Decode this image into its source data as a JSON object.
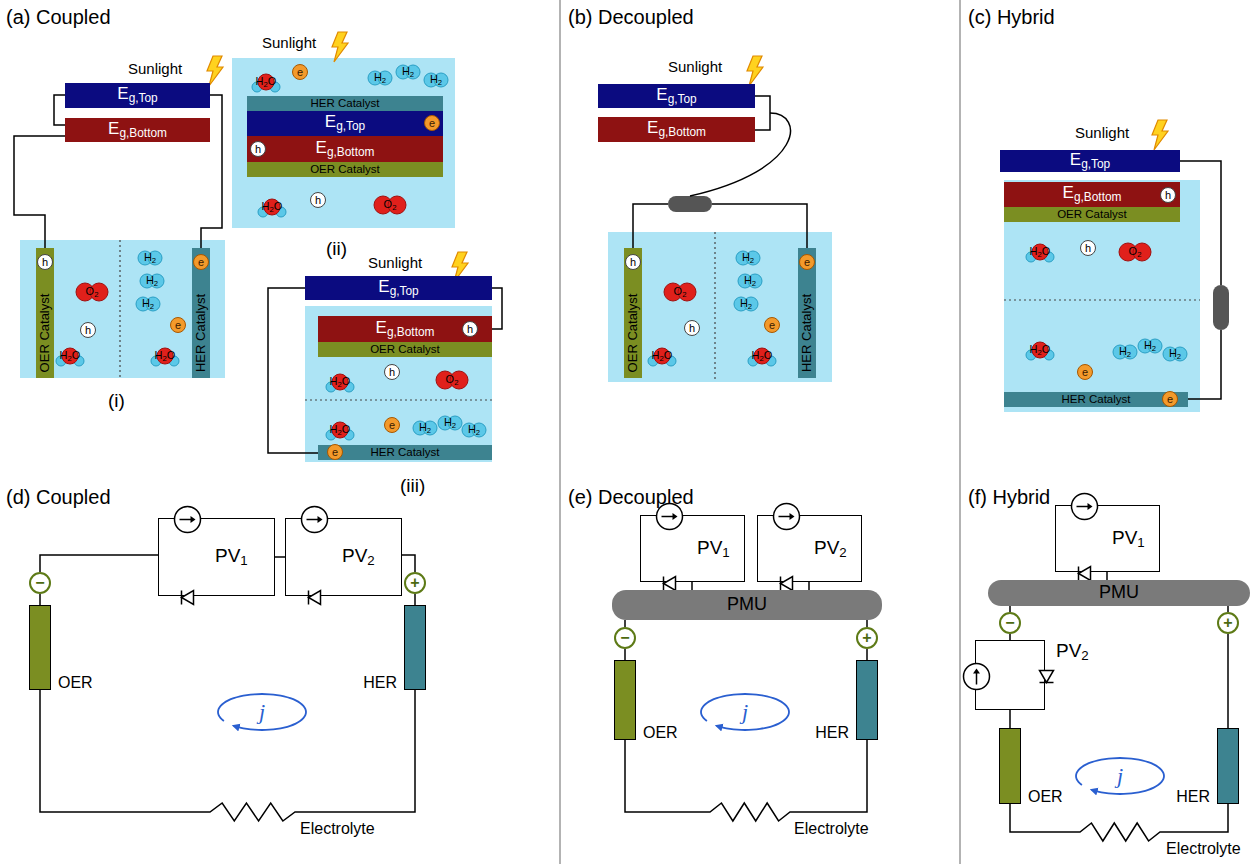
{
  "diagram": {
    "nodes": [
      {
        "text": [
          "Eg,Top"
        ]
      },
      {
        "text": [
          "Eg,Bottom"
        ]
      },
      {
        "text": [
          "OER Catalyst"
        ]
      },
      {
        "text": [
          "HER Catalyst"
        ]
      },
      {
        "text": [
          "h"
        ],
        "in": 2
      },
      {
        "text": [
          "h"
        ]
      },
      {
        "text": [
          "e"
        ],
        "in": 3
      },
      {
        "text": [
          "e"
        ]
      },
      {
        "text": [
          "HER Catalyst"
        ]
      },
      {
        "text": [
          "Eg,Top"
        ]
      },
      {
        "text": [
          "Eg,Bottom"
        ]
      },
      {
        "text": [
          "OER Catalyst"
        ]
      },
      {
        "text": [
          "e"
        ]
      },
      {
        "text": [
          "e"
        ],
        "in": 9
      },
      {
        "text": [
          "h"
        ],
        "in": 10
      },
      {
        "text": [
          "h"
        ]
      },
      {
        "text": [
          "Eg,Top"
        ]
      },
      {
        "text": [
          "Eg,Bottom"
        ]
      },
      {
        "text": [
          "h"
        ],
        "in": 17
      },
      {
        "text": [
          "OER Catalyst"
        ]
      },
      {
        "text": [
          "h"
        ]
      },
      {
        "text": [
          "e"
        ]
      },
      {
        "text": [
          "HER Catalyst"
        ]
      },
      {
        "text": [
          "e"
        ],
        "in": 22
      },
      {
        "text": [
          "Eg,Top"
        ]
      },
      {
        "text": [
          "Eg,Bottom"
        ]
      },
      {
        "text": [
          "OER Catalyst"
        ]
      },
      {
        "text": [
          "HER Catalyst"
        ]
      },
      {
        "text": [
          "h"
        ],
        "in": 26
      },
      {
        "text": [
          "h"
        ]
      },
      {
        "text": [
          "e"
        ],
        "in": 27
      },
      {
        "text": [
          "e"
        ]
      },
      {
        "text": [
          "Eg,Top"
        ]
      },
      {
        "text": [
          "Eg,Bottom"
        ]
      },
      {
        "text": [
          "h"
        ],
        "in": 33
      },
      {
        "text": [
          "OER Catalyst"
        ]
      },
      {
        "text": [
          "h"
        ]
      },
      {
        "text": [
          "HER Catalyst"
        ]
      },
      {
        "text": [
          "e"
        ]
      },
      {
        "text": [
          "e"
        ],
        "in": 37
      },
      {
        "text": [
          "PV1"
        ]
      },
      {
        "text": [
          "PV2"
        ]
      },
      {
        "text": [
          "−"
        ]
      },
      {
        "text": [
          "+"
        ]
      },
      {
        "text": [
          "OER"
        ]
      },
      {
        "text": [
          "HER"
        ]
      },
      {
        "text": [
          "PV1"
        ]
      },
      {
        "text": [
          "PV2"
        ]
      },
      {
        "text": [
          "PMU"
        ]
      },
      {
        "text": [
          "−"
        ]
      },
      {
        "text": [
          "+"
        ]
      },
      {
        "text": [
          "OER"
        ]
      },
      {
        "text": [
          "HER"
        ]
      },
      {
        "text": [
          "PV1"
        ]
      },
      {
        "text": [
          "PMU"
        ]
      },
      {
        "text": [
          "−"
        ]
      },
      {
        "text": [
          "+"
        ]
      },
      {
        "text": [
          "PV2"
        ]
      },
      {
        "text": [
          "OER"
        ]
      },
      {
        "text": [
          "HER"
        ]
      }
    ],
    "edges": [
      {
        "from": 0,
        "to": 1,
        "arrow": "none"
      },
      {
        "from": 1,
        "to": 2,
        "arrow": "none"
      },
      {
        "from": 0,
        "to": 3,
        "arrow": "none"
      },
      {
        "from": 16,
        "to": 22,
        "arrow": "none"
      },
      {
        "from": 16,
        "to": 17,
        "arrow": "none"
      },
      {
        "from": 24,
        "to": 25,
        "arrow": "none"
      },
      {
        "from": 42,
        "to": 40,
        "arrow": "none"
      },
      {
        "from": 40,
        "to": 41,
        "arrow": "none"
      },
      {
        "from": 41,
        "to": 43,
        "arrow": "none"
      },
      {
        "from": 42,
        "to": 44,
        "arrow": "none"
      },
      {
        "from": 43,
        "to": 45,
        "arrow": "none"
      },
      {
        "from": 44,
        "to": 45,
        "arrow": "none"
      },
      {
        "from": 49,
        "to": 51,
        "arrow": "none"
      },
      {
        "from": 50,
        "to": 52,
        "arrow": "none"
      },
      {
        "from": 51,
        "to": 52,
        "arrow": "none"
      },
      {
        "from": 55,
        "to": 57,
        "arrow": "none"
      },
      {
        "from": 57,
        "to": 58,
        "arrow": "none"
      },
      {
        "from": 56,
        "to": 59,
        "arrow": "none"
      },
      {
        "from": 58,
        "to": 59,
        "arrow": "none"
      },
      {
        "from": 46,
        "to": 48,
        "arrow": "none"
      },
      {
        "from": 47,
        "to": 48,
        "arrow": "none"
      },
      {
        "from": 53,
        "to": 54,
        "arrow": "none"
      },
      {
        "from": 48,
        "to": 49,
        "arrow": "none"
      },
      {
        "from": 48,
        "to": 50,
        "arrow": "none"
      },
      {
        "from": 54,
        "to": 55,
        "arrow": "none"
      },
      {
        "from": 54,
        "to": 56,
        "arrow": "none"
      }
    ],
    "labels": [
      "(a) Coupled",
      "Sunlight",
      "O2",
      "H2",
      "H2",
      "H2",
      "H2O",
      "H2O",
      "(i)",
      "Sunlight",
      "H2O",
      "H2",
      "H2",
      "H2",
      "H2O",
      "O2",
      "(ii)",
      "Sunlight",
      "H2O",
      "O2",
      "H2O",
      "H2",
      "H2",
      "H2",
      "(iii)",
      "(d) Coupled",
      "j",
      "Electrolyte",
      "(b) Decoupled",
      "Sunlight",
      "O2",
      "H2",
      "H2",
      "H2",
      "H2O",
      "H2O",
      "(e) Decoupled",
      "j",
      "Electrolyte",
      "(c) Hybrid",
      "Sunlight",
      "H2O",
      "O2",
      "H2O",
      "H2",
      "H2",
      "H2",
      "(f) Hybrid",
      "j",
      "Electrolyte"
    ]
  }
}
